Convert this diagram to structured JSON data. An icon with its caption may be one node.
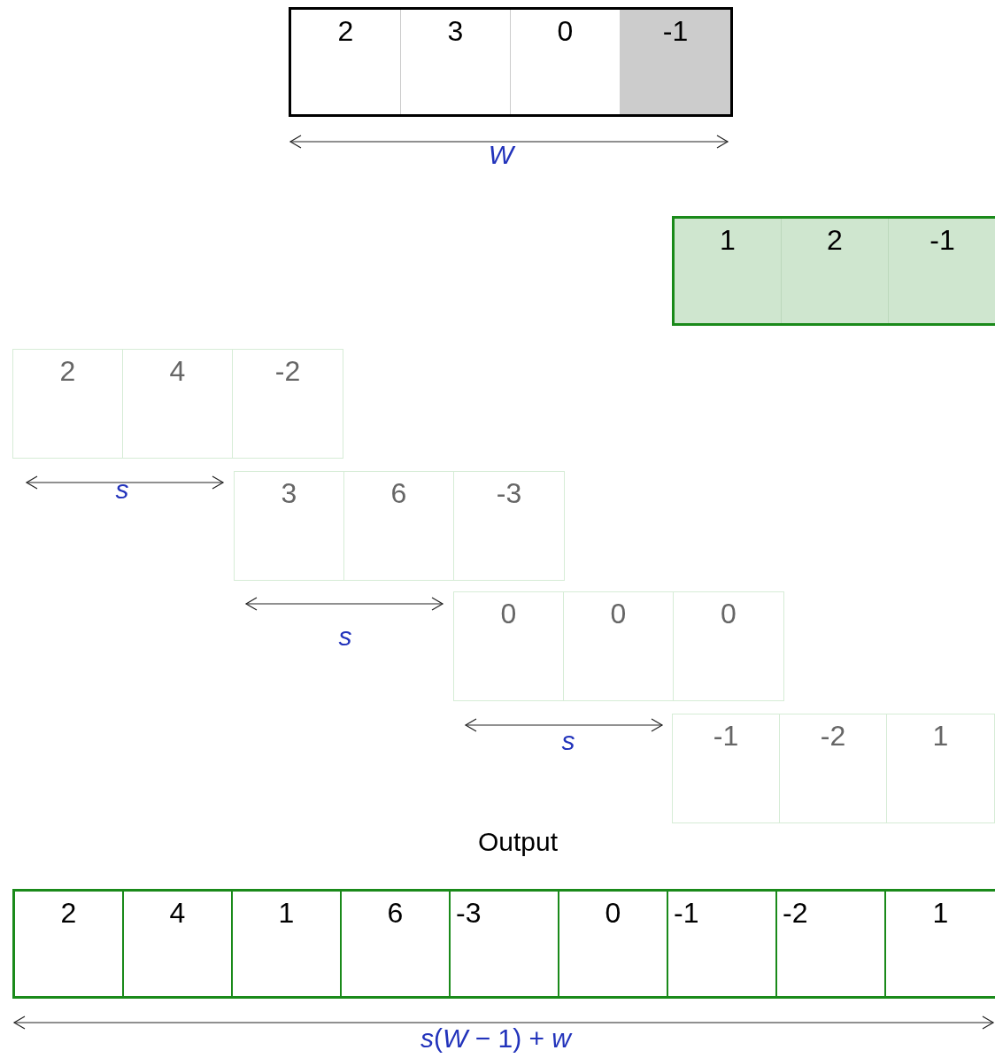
{
  "diagram": {
    "nodes": [
      {
        "text": [],
        "shape": "box"
      },
      {
        "text": [
          "2"
        ],
        "in": 0
      },
      {
        "text": [
          "3"
        ],
        "in": 0
      },
      {
        "text": [
          "0"
        ],
        "in": 0
      },
      {
        "text": [
          "-1"
        ],
        "in": 0
      },
      {
        "text": [],
        "shape": "box"
      },
      {
        "text": [
          "1"
        ],
        "in": 5
      },
      {
        "text": [
          "2"
        ],
        "in": 5
      },
      {
        "text": [
          "-1"
        ],
        "in": 5
      },
      {
        "text": [],
        "shape": "box"
      },
      {
        "text": [
          "2"
        ],
        "in": 9
      },
      {
        "text": [
          "4"
        ],
        "in": 9
      },
      {
        "text": [
          "-2"
        ],
        "in": 9
      },
      {
        "text": [],
        "shape": "box"
      },
      {
        "text": [
          "3"
        ],
        "in": 13
      },
      {
        "text": [
          "6"
        ],
        "in": 13
      },
      {
        "text": [
          "-3"
        ],
        "in": 13
      },
      {
        "text": [],
        "shape": "box"
      },
      {
        "text": [
          "0"
        ],
        "in": 17
      },
      {
        "text": [
          "0"
        ],
        "in": 17
      },
      {
        "text": [
          "0"
        ],
        "in": 17
      },
      {
        "text": [],
        "shape": "box"
      },
      {
        "text": [
          "-1"
        ],
        "in": 21
      },
      {
        "text": [
          "-2"
        ],
        "in": 21
      },
      {
        "text": [
          "1"
        ],
        "in": 21
      },
      {
        "text": [],
        "shape": "box"
      },
      {
        "text": [
          "2"
        ],
        "in": 25
      },
      {
        "text": [
          "4"
        ],
        "in": 25
      },
      {
        "text": [
          "1"
        ],
        "in": 25
      },
      {
        "text": [
          "6"
        ],
        "in": 25
      },
      {
        "text": [
          "-3"
        ],
        "in": 25
      },
      {
        "text": [
          "0"
        ],
        "in": 25
      },
      {
        "text": [
          "-1"
        ],
        "in": 25
      },
      {
        "text": [
          "-2"
        ],
        "in": 25
      },
      {
        "text": [
          "1"
        ],
        "in": 25
      }
    ],
    "edges": [],
    "labels": [
      "*W*",
      "*s*",
      "*s*",
      "*s*",
      "Output",
      "*s*(*W* − 1) +  *w*"
    ]
  }
}
